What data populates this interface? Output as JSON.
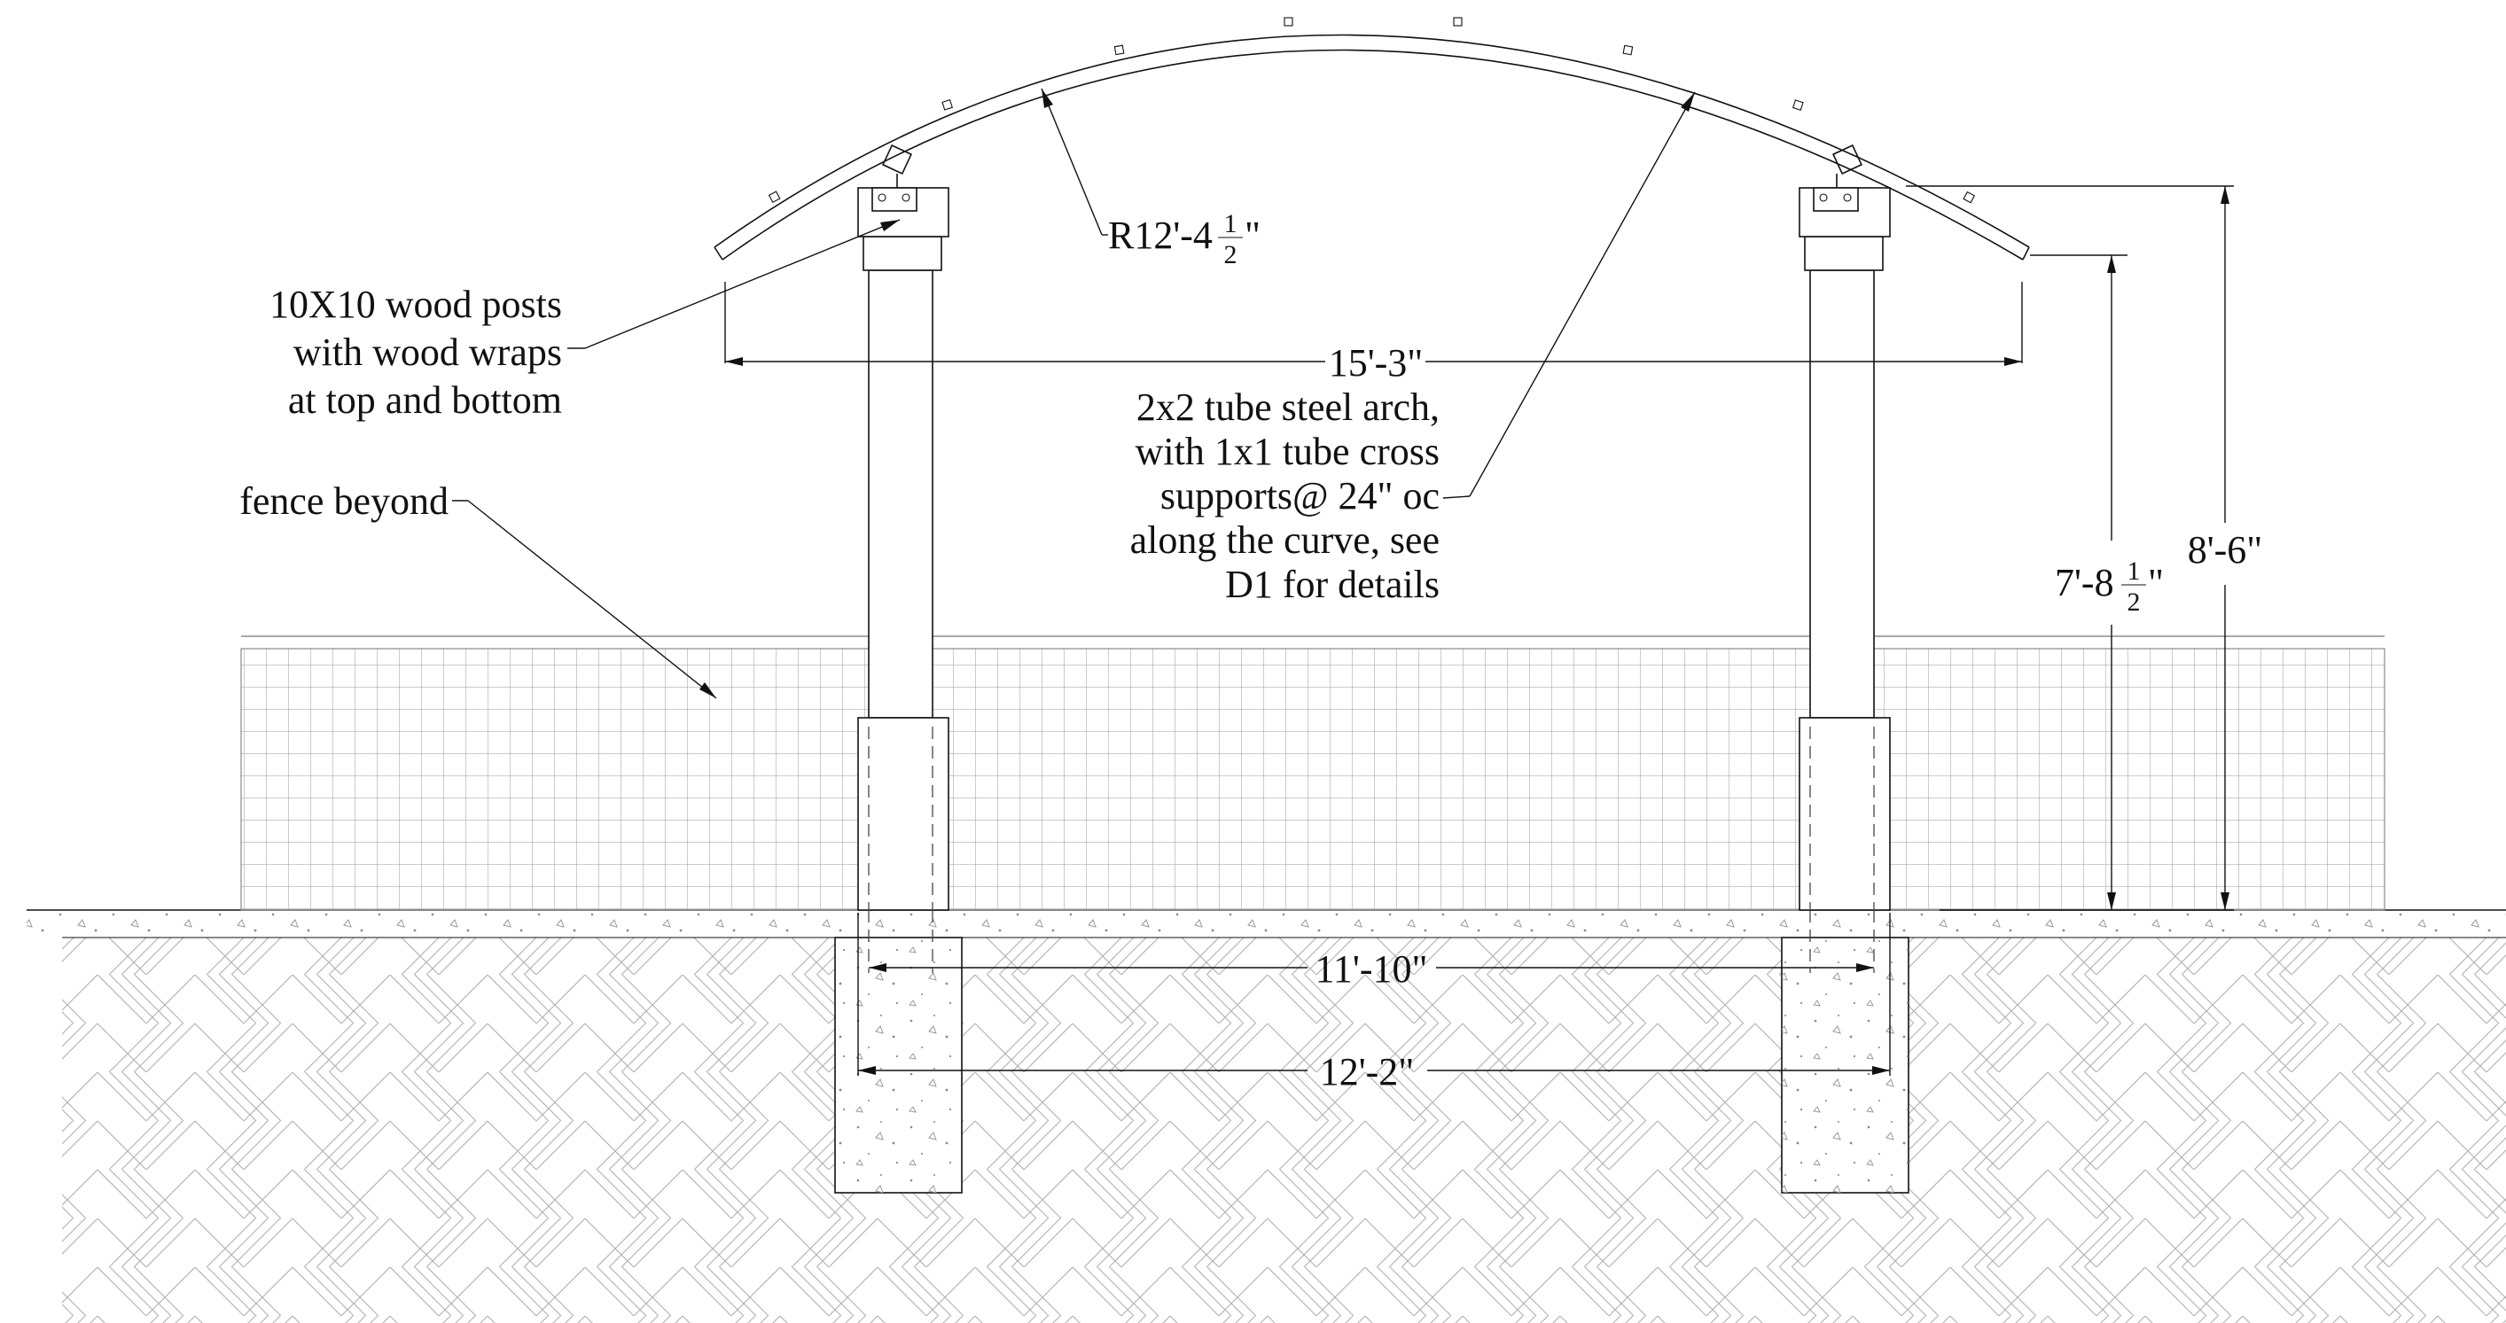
{
  "labels": {
    "radius_prefix": "R12'-4",
    "radius_frac_num": "1",
    "radius_frac_den": "2",
    "radius_suffix": "\"",
    "span_top": "15'-3\"",
    "arch_note_1": "2x2 tube steel arch,",
    "arch_note_2": "with 1x1 tube cross",
    "arch_note_3": "supports@ 24\" oc",
    "arch_note_4": "along the curve, see",
    "arch_note_5": "D1 for details",
    "posts_note_1": "10X10 wood posts",
    "posts_note_2": "with wood wraps",
    "posts_note_3": "at top and bottom",
    "fence_note": "fence beyond",
    "height_a_prefix": "7'-8",
    "height_a_frac_num": "1",
    "height_a_frac_den": "2",
    "height_a_suffix": "\"",
    "height_b": "8'-6\"",
    "span_posts_inner": "11'-10\"",
    "span_footings": "12'-2\""
  }
}
